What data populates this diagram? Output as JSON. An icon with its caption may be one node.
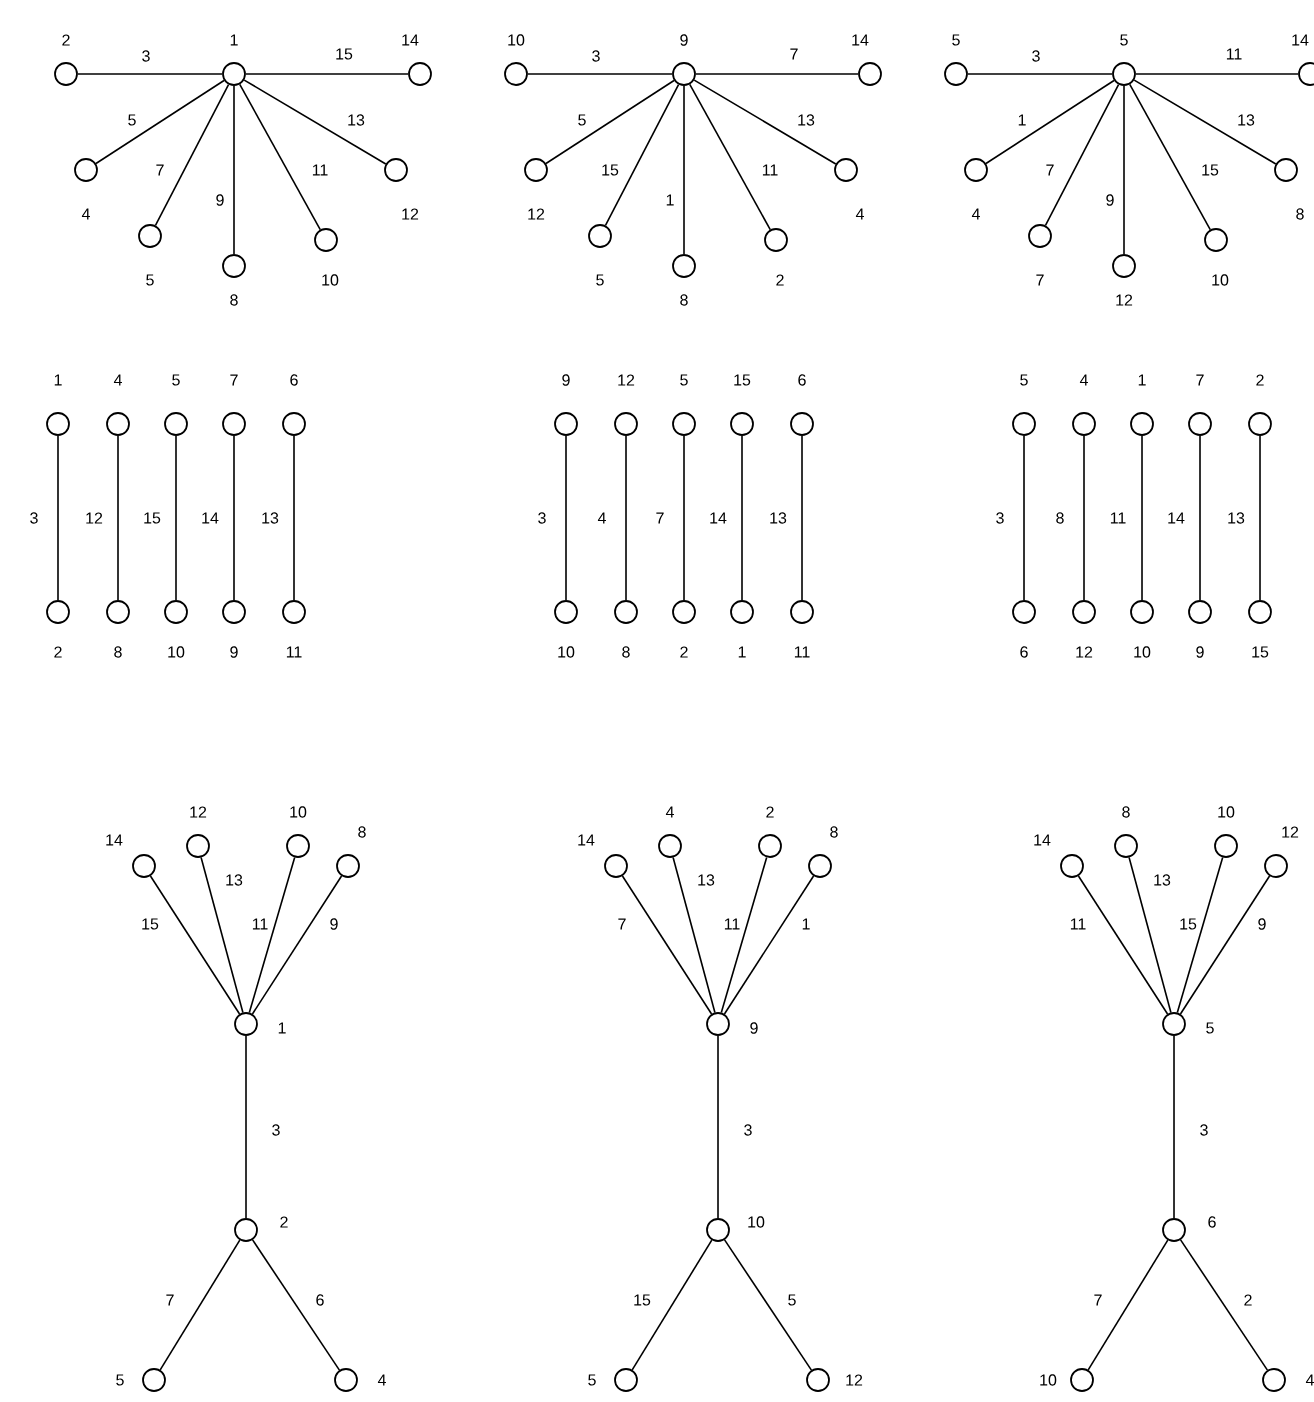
{
  "diagram": {
    "nodes": [
      {
        "text": [],
        "shape": "circle",
        "beside": [
          "1"
        ]
      },
      {
        "text": [],
        "shape": "circle",
        "beside": [
          "2"
        ]
      },
      {
        "text": [],
        "shape": "circle",
        "beside": [
          "14"
        ]
      },
      {
        "text": [],
        "shape": "circle",
        "beside": [
          "4"
        ]
      },
      {
        "text": [],
        "shape": "circle",
        "beside": [
          "5"
        ]
      },
      {
        "text": [],
        "shape": "circle",
        "beside": [
          "8"
        ]
      },
      {
        "text": [],
        "shape": "circle",
        "beside": [
          "10"
        ]
      },
      {
        "text": [],
        "shape": "circle",
        "beside": [
          "12"
        ]
      },
      {
        "text": [],
        "shape": "circle",
        "beside": [
          "9"
        ]
      },
      {
        "text": [],
        "shape": "circle",
        "beside": [
          "10"
        ]
      },
      {
        "text": [],
        "shape": "circle",
        "beside": [
          "14"
        ]
      },
      {
        "text": [],
        "shape": "circle",
        "beside": [
          "12"
        ]
      },
      {
        "text": [],
        "shape": "circle",
        "beside": [
          "5"
        ]
      },
      {
        "text": [],
        "shape": "circle",
        "beside": [
          "8"
        ]
      },
      {
        "text": [],
        "shape": "circle",
        "beside": [
          "2"
        ]
      },
      {
        "text": [],
        "shape": "circle",
        "beside": [
          "4"
        ]
      },
      {
        "text": [],
        "shape": "circle",
        "beside": [
          "5"
        ]
      },
      {
        "text": [],
        "shape": "circle",
        "beside": [
          "5"
        ]
      },
      {
        "text": [],
        "shape": "circle",
        "beside": [
          "14"
        ]
      },
      {
        "text": [],
        "shape": "circle",
        "beside": [
          "4"
        ]
      },
      {
        "text": [],
        "shape": "circle",
        "beside": [
          "7"
        ]
      },
      {
        "text": [],
        "shape": "circle",
        "beside": [
          "12"
        ]
      },
      {
        "text": [],
        "shape": "circle",
        "beside": [
          "10"
        ]
      },
      {
        "text": [],
        "shape": "circle",
        "beside": [
          "8"
        ]
      },
      {
        "text": [],
        "shape": "circle",
        "beside": [
          "1"
        ]
      },
      {
        "text": [],
        "shape": "circle",
        "beside": [
          "4"
        ]
      },
      {
        "text": [],
        "shape": "circle",
        "beside": [
          "5"
        ]
      },
      {
        "text": [],
        "shape": "circle",
        "beside": [
          "7"
        ]
      },
      {
        "text": [],
        "shape": "circle",
        "beside": [
          "6"
        ]
      },
      {
        "text": [],
        "shape": "circle",
        "beside": [
          "2"
        ]
      },
      {
        "text": [],
        "shape": "circle",
        "beside": [
          "8"
        ]
      },
      {
        "text": [],
        "shape": "circle",
        "beside": [
          "10"
        ]
      },
      {
        "text": [],
        "shape": "circle",
        "beside": [
          "9"
        ]
      },
      {
        "text": [],
        "shape": "circle",
        "beside": [
          "11"
        ]
      },
      {
        "text": [],
        "shape": "circle",
        "beside": [
          "9"
        ]
      },
      {
        "text": [],
        "shape": "circle",
        "beside": [
          "12"
        ]
      },
      {
        "text": [],
        "shape": "circle",
        "beside": [
          "5"
        ]
      },
      {
        "text": [],
        "shape": "circle",
        "beside": [
          "15"
        ]
      },
      {
        "text": [],
        "shape": "circle",
        "beside": [
          "6"
        ]
      },
      {
        "text": [],
        "shape": "circle",
        "beside": [
          "10"
        ]
      },
      {
        "text": [],
        "shape": "circle",
        "beside": [
          "8"
        ]
      },
      {
        "text": [],
        "shape": "circle",
        "beside": [
          "2"
        ]
      },
      {
        "text": [],
        "shape": "circle",
        "beside": [
          "1"
        ]
      },
      {
        "text": [],
        "shape": "circle",
        "beside": [
          "11"
        ]
      },
      {
        "text": [],
        "shape": "circle",
        "beside": [
          "5"
        ]
      },
      {
        "text": [],
        "shape": "circle",
        "beside": [
          "4"
        ]
      },
      {
        "text": [],
        "shape": "circle",
        "beside": [
          "1"
        ]
      },
      {
        "text": [],
        "shape": "circle",
        "beside": [
          "7"
        ]
      },
      {
        "text": [],
        "shape": "circle",
        "beside": [
          "2"
        ]
      },
      {
        "text": [],
        "shape": "circle",
        "beside": [
          "6"
        ]
      },
      {
        "text": [],
        "shape": "circle",
        "beside": [
          "12"
        ]
      },
      {
        "text": [],
        "shape": "circle",
        "beside": [
          "10"
        ]
      },
      {
        "text": [],
        "shape": "circle",
        "beside": [
          "9"
        ]
      },
      {
        "text": [],
        "shape": "circle",
        "beside": [
          "15"
        ]
      },
      {
        "text": [],
        "shape": "circle",
        "beside": [
          "14"
        ]
      },
      {
        "text": [],
        "shape": "circle",
        "beside": [
          "12"
        ]
      },
      {
        "text": [],
        "shape": "circle",
        "beside": [
          "10"
        ]
      },
      {
        "text": [],
        "shape": "circle",
        "beside": [
          "8"
        ]
      },
      {
        "text": [],
        "shape": "circle",
        "beside": [
          "1"
        ]
      },
      {
        "text": [],
        "shape": "circle",
        "beside": [
          "2"
        ]
      },
      {
        "text": [],
        "shape": "circle",
        "beside": [
          "5"
        ]
      },
      {
        "text": [],
        "shape": "circle",
        "beside": [
          "4"
        ]
      },
      {
        "text": [],
        "shape": "circle",
        "beside": [
          "14"
        ]
      },
      {
        "text": [],
        "shape": "circle",
        "beside": [
          "4"
        ]
      },
      {
        "text": [],
        "shape": "circle",
        "beside": [
          "2"
        ]
      },
      {
        "text": [],
        "shape": "circle",
        "beside": [
          "8"
        ]
      },
      {
        "text": [],
        "shape": "circle",
        "beside": [
          "9"
        ]
      },
      {
        "text": [],
        "shape": "circle",
        "beside": [
          "10"
        ]
      },
      {
        "text": [],
        "shape": "circle",
        "beside": [
          "5"
        ]
      },
      {
        "text": [],
        "shape": "circle",
        "beside": [
          "12"
        ]
      },
      {
        "text": [],
        "shape": "circle",
        "beside": [
          "14"
        ]
      },
      {
        "text": [],
        "shape": "circle",
        "beside": [
          "8"
        ]
      },
      {
        "text": [],
        "shape": "circle",
        "beside": [
          "10"
        ]
      },
      {
        "text": [],
        "shape": "circle",
        "beside": [
          "12"
        ]
      },
      {
        "text": [],
        "shape": "circle",
        "beside": [
          "5"
        ]
      },
      {
        "text": [],
        "shape": "circle",
        "beside": [
          "6"
        ]
      },
      {
        "text": [],
        "shape": "circle",
        "beside": [
          "10"
        ]
      },
      {
        "text": [],
        "shape": "circle",
        "beside": [
          "4"
        ]
      }
    ],
    "edges": [
      {
        "from": 0,
        "to": 1,
        "arrow": "none",
        "label": "3"
      },
      {
        "from": 0,
        "to": 2,
        "arrow": "none",
        "label": "15"
      },
      {
        "from": 0,
        "to": 3,
        "arrow": "none",
        "label": "5"
      },
      {
        "from": 0,
        "to": 4,
        "arrow": "none",
        "label": "7"
      },
      {
        "from": 0,
        "to": 5,
        "arrow": "none",
        "label": "9"
      },
      {
        "from": 0,
        "to": 6,
        "arrow": "none",
        "label": "11"
      },
      {
        "from": 0,
        "to": 7,
        "arrow": "none",
        "label": "13"
      },
      {
        "from": 8,
        "to": 9,
        "arrow": "none",
        "label": "3"
      },
      {
        "from": 8,
        "to": 10,
        "arrow": "none",
        "label": "7"
      },
      {
        "from": 8,
        "to": 11,
        "arrow": "none",
        "label": "5"
      },
      {
        "from": 8,
        "to": 12,
        "arrow": "none",
        "label": "15"
      },
      {
        "from": 8,
        "to": 13,
        "arrow": "none",
        "label": "1"
      },
      {
        "from": 8,
        "to": 14,
        "arrow": "none",
        "label": "11"
      },
      {
        "from": 8,
        "to": 15,
        "arrow": "none",
        "label": "13"
      },
      {
        "from": 16,
        "to": 17,
        "arrow": "none",
        "label": "3"
      },
      {
        "from": 16,
        "to": 18,
        "arrow": "none",
        "label": "11"
      },
      {
        "from": 16,
        "to": 19,
        "arrow": "none",
        "label": "1"
      },
      {
        "from": 16,
        "to": 20,
        "arrow": "none",
        "label": "7"
      },
      {
        "from": 16,
        "to": 21,
        "arrow": "none",
        "label": "9"
      },
      {
        "from": 16,
        "to": 22,
        "arrow": "none",
        "label": "15"
      },
      {
        "from": 16,
        "to": 23,
        "arrow": "none",
        "label": "13"
      },
      {
        "from": 24,
        "to": 29,
        "arrow": "none",
        "label": "3"
      },
      {
        "from": 25,
        "to": 30,
        "arrow": "none",
        "label": "12"
      },
      {
        "from": 26,
        "to": 31,
        "arrow": "none",
        "label": "15"
      },
      {
        "from": 27,
        "to": 32,
        "arrow": "none",
        "label": "14"
      },
      {
        "from": 28,
        "to": 33,
        "arrow": "none",
        "label": "13"
      },
      {
        "from": 34,
        "to": 39,
        "arrow": "none",
        "label": "3"
      },
      {
        "from": 35,
        "to": 40,
        "arrow": "none",
        "label": "4"
      },
      {
        "from": 36,
        "to": 41,
        "arrow": "none",
        "label": "7"
      },
      {
        "from": 37,
        "to": 42,
        "arrow": "none",
        "label": "14"
      },
      {
        "from": 38,
        "to": 43,
        "arrow": "none",
        "label": "13"
      },
      {
        "from": 44,
        "to": 49,
        "arrow": "none",
        "label": "3"
      },
      {
        "from": 45,
        "to": 50,
        "arrow": "none",
        "label": "8"
      },
      {
        "from": 46,
        "to": 51,
        "arrow": "none",
        "label": "11"
      },
      {
        "from": 47,
        "to": 52,
        "arrow": "none",
        "label": "14"
      },
      {
        "from": 48,
        "to": 53,
        "arrow": "none",
        "label": "13"
      },
      {
        "from": 58,
        "to": 54,
        "arrow": "none",
        "label": "15"
      },
      {
        "from": 58,
        "to": 55,
        "arrow": "none",
        "label": "13"
      },
      {
        "from": 58,
        "to": 56,
        "arrow": "none",
        "label": "11"
      },
      {
        "from": 58,
        "to": 57,
        "arrow": "none",
        "label": "9"
      },
      {
        "from": 58,
        "to": 59,
        "arrow": "none",
        "label": "3"
      },
      {
        "from": 59,
        "to": 60,
        "arrow": "none",
        "label": "7"
      },
      {
        "from": 59,
        "to": 61,
        "arrow": "none",
        "label": "6"
      },
      {
        "from": 66,
        "to": 62,
        "arrow": "none",
        "label": "7"
      },
      {
        "from": 66,
        "to": 63,
        "arrow": "none",
        "label": "13"
      },
      {
        "from": 66,
        "to": 64,
        "arrow": "none",
        "label": "11"
      },
      {
        "from": 66,
        "to": 65,
        "arrow": "none",
        "label": "1"
      },
      {
        "from": 66,
        "to": 67,
        "arrow": "none",
        "label": "3"
      },
      {
        "from": 67,
        "to": 68,
        "arrow": "none",
        "label": "15"
      },
      {
        "from": 67,
        "to": 69,
        "arrow": "none",
        "label": "5"
      },
      {
        "from": 74,
        "to": 70,
        "arrow": "none",
        "label": "11"
      },
      {
        "from": 74,
        "to": 71,
        "arrow": "none",
        "label": "13"
      },
      {
        "from": 74,
        "to": 72,
        "arrow": "none",
        "label": "15"
      },
      {
        "from": 74,
        "to": 73,
        "arrow": "none",
        "label": "9"
      },
      {
        "from": 74,
        "to": 75,
        "arrow": "none",
        "label": "3"
      },
      {
        "from": 75,
        "to": 76,
        "arrow": "none",
        "label": "7"
      },
      {
        "from": 75,
        "to": 77,
        "arrow": "none",
        "label": "2"
      }
    ]
  }
}
